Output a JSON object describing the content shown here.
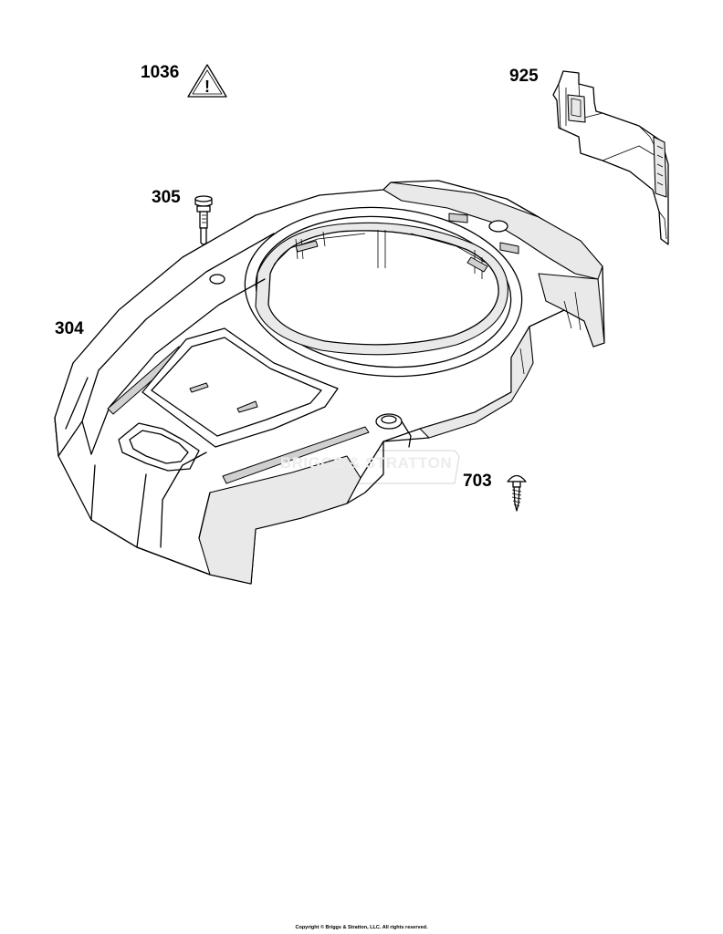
{
  "diagram": {
    "callouts": {
      "c1036": "1036",
      "c925": "925",
      "c305": "305",
      "c304": "304",
      "c703": "703"
    },
    "warning_icon_symbol": "!",
    "watermark_text": "BRIGGS & STRATTON",
    "copyright": "Copyright © Briggs & Stratton, LLC. All rights reserved."
  }
}
